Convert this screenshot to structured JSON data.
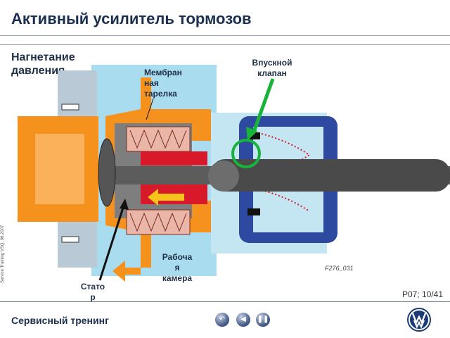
{
  "header": {
    "title": "Активный усилитель тормозов"
  },
  "diagram": {
    "subtitle_line1": "Нагнетание",
    "subtitle_line2": "давления",
    "labels": {
      "membrane_l1": "Мембран",
      "membrane_l2": "ная",
      "membrane_l3": "тарелка",
      "inlet_l1": "Впускной",
      "inlet_l2": "клапан",
      "work_l1": "Рабоча",
      "work_l2": "я",
      "work_l3": "камера",
      "stator_l1": "Стато",
      "stator_l2": "р"
    },
    "figure_code": "F276_031"
  },
  "footer": {
    "side_text": "Service Training VSQ, 06.2007",
    "page": "P07; 10/41",
    "brand": "Сервисный тренинг",
    "nav_icons": [
      "back-icon",
      "previous-icon",
      "pause-icon"
    ]
  },
  "colors": {
    "orange": "#f5921e",
    "light_blue": "#a9dcef",
    "dark_blue": "#2d4aa0",
    "red": "#d8192a",
    "green": "#18b43a",
    "grey": "#8a8a8a"
  }
}
